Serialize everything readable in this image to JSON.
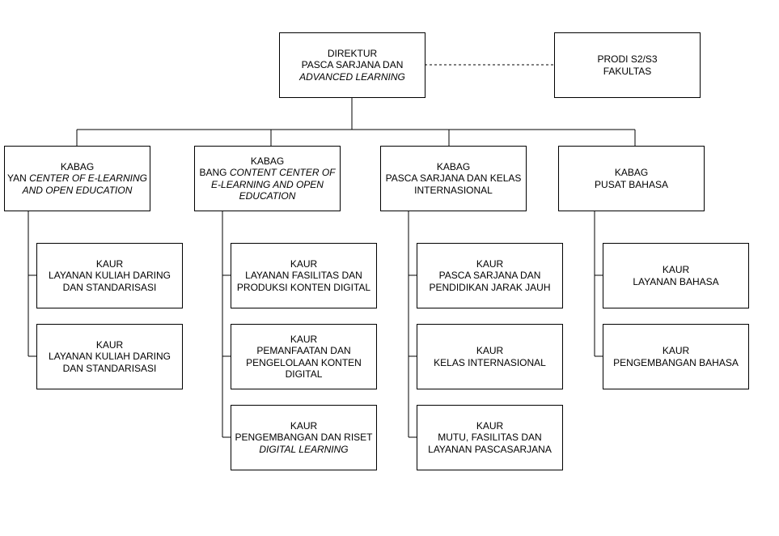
{
  "diagram": {
    "director": {
      "line1": "DIREKTUR",
      "line2": "PASCA SARJANA DAN",
      "line3": "ADVANCED LEARNING"
    },
    "prodi": {
      "line1": "PRODI S2/S3",
      "line2": "FAKULTAS"
    },
    "kabag": [
      {
        "line1": "KABAG",
        "line2_prefix": "YAN ",
        "line2_italic": "CENTER OF E-LEARNING",
        "line3": "AND OPEN EDUCATION"
      },
      {
        "line1": "KABAG",
        "line2_prefix": "BANG ",
        "line2_italic": "CONTENT CENTER OF",
        "line3": "E-LEARNING AND OPEN",
        "line4": "EDUCATION"
      },
      {
        "line1": "KABAG",
        "line2": "PASCA SARJANA DAN KELAS",
        "line3": "INTERNASIONAL"
      },
      {
        "line1": "KABAG",
        "line2": "PUSAT BAHASA"
      }
    ],
    "kaur": {
      "col1": [
        {
          "line1": "KAUR",
          "line2": "LAYANAN KULIAH DARING",
          "line3": "DAN STANDARISASI"
        },
        {
          "line1": "KAUR",
          "line2": "LAYANAN KULIAH DARING",
          "line3": "DAN STANDARISASI"
        }
      ],
      "col2": [
        {
          "line1": "KAUR",
          "line2": "LAYANAN FASILITAS DAN",
          "line3": "PRODUKSI KONTEN DIGITAL"
        },
        {
          "line1": "KAUR",
          "line2": "PEMANFAATAN DAN",
          "line3": "PENGELOLAAN KONTEN",
          "line4": "DIGITAL"
        },
        {
          "line1": "KAUR",
          "line2": "PENGEMBANGAN DAN RISET",
          "line3": "DIGITAL LEARNING"
        }
      ],
      "col3": [
        {
          "line1": "KAUR",
          "line2": "PASCA SARJANA DAN",
          "line3": "PENDIDIKAN JARAK JAUH"
        },
        {
          "line1": "KAUR",
          "line2": "KELAS INTERNASIONAL"
        },
        {
          "line1": "KAUR",
          "line2": "MUTU, FASILITAS DAN",
          "line3": "LAYANAN PASCASARJANA"
        }
      ],
      "col4": [
        {
          "line1": "KAUR",
          "line2": "LAYANAN BAHASA"
        },
        {
          "line1": "KAUR",
          "line2": "PENGEMBANGAN BAHASA"
        }
      ]
    }
  }
}
